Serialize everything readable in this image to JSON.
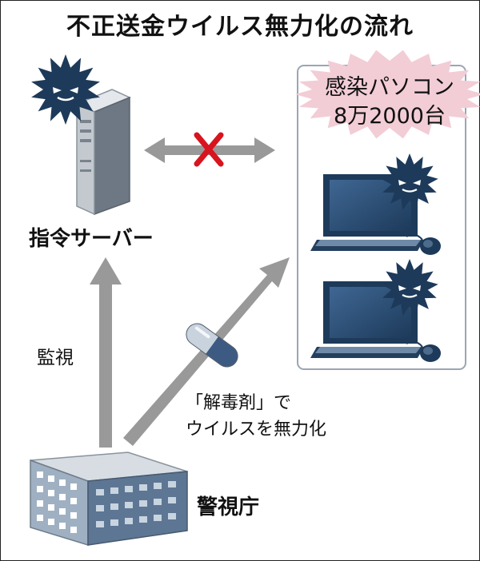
{
  "title": "不正送金ウイルス無力化の流れ",
  "server": {
    "label": "指令サーバー"
  },
  "infected_pcs": {
    "line1": "感染パソコン",
    "line2": "8万2000台"
  },
  "monitor": {
    "label": "監視"
  },
  "antidote": {
    "line1": "「解毒剤」で",
    "line2": "ウイルスを無力化"
  },
  "police": {
    "label": "警視庁"
  },
  "colors": {
    "virus": "#1d3a5a",
    "burst": "#f2cdd6",
    "arrow": "#999999",
    "cross": "#d8141e",
    "pc_box_border": "#9aa6b4"
  },
  "icons": [
    "virus-icon",
    "server-icon",
    "laptop-icon",
    "mouse-icon",
    "capsule-icon",
    "building-icon",
    "cross-icon"
  ]
}
